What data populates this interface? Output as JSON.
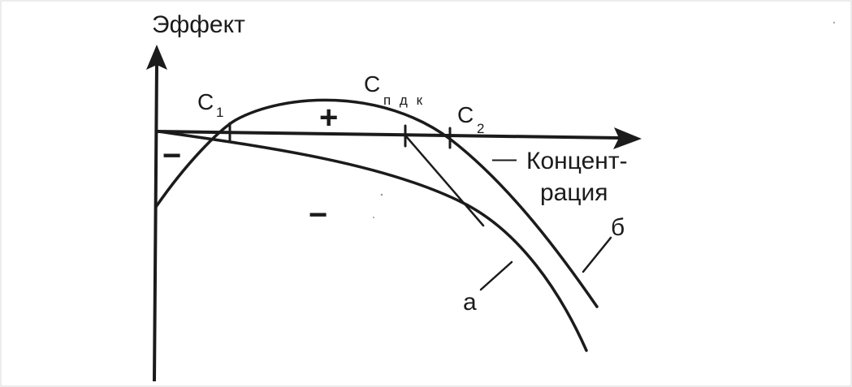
{
  "axes": {
    "y_label": "Эффект",
    "x_label_line1": "Концент-",
    "x_label_line2": "рация"
  },
  "points": {
    "c1": {
      "main": "C",
      "sub": "1"
    },
    "cpdk": {
      "main": "C",
      "sub": "п д к"
    },
    "c2": {
      "main": "C",
      "sub": "2"
    }
  },
  "signs": {
    "plus": "+",
    "minus_left": "−",
    "minus_center": "−",
    "minus_right": "—"
  },
  "curves": {
    "a": "а",
    "b": "б"
  },
  "colors": {
    "ink": "#1b1b1b",
    "background": "#ffffff"
  }
}
